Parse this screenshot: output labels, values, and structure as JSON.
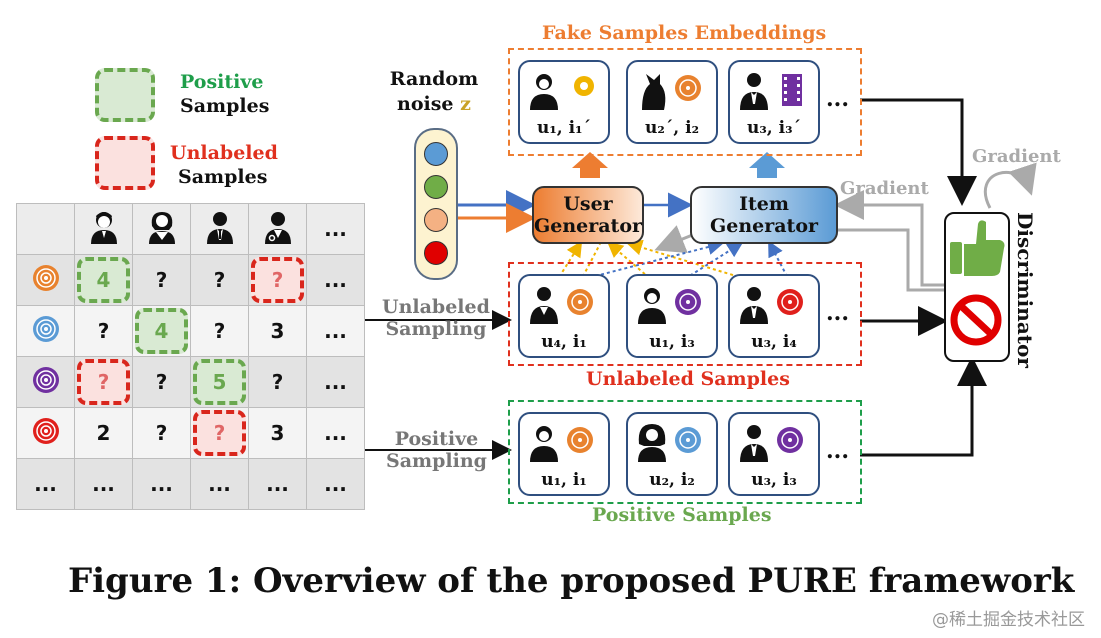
{
  "legend": {
    "positive_word": "Positive",
    "positive_samples": "Samples",
    "unlabeled_word": "Unlabeled",
    "unlabeled_samples": "Samples",
    "colors": {
      "positive": "#1e9e4a",
      "unlabeled": "#e0301e"
    }
  },
  "matrix": {
    "header_ellipsis": "...",
    "rows": [
      {
        "icon": "orange-disc-icon",
        "color": "#e8822e",
        "cells": [
          "4",
          "?",
          "?",
          "?",
          "..."
        ],
        "marks": [
          "pos",
          "",
          "",
          "neg",
          ""
        ]
      },
      {
        "icon": "blue-disc-icon",
        "color": "#5b9bd5",
        "cells": [
          "?",
          "4",
          "?",
          "3",
          "..."
        ],
        "marks": [
          "",
          "pos",
          "",
          "",
          ""
        ]
      },
      {
        "icon": "purple-disc-icon",
        "color": "#7030a0",
        "cells": [
          "?",
          "?",
          "5",
          "?",
          "..."
        ],
        "marks": [
          "neg",
          "",
          "pos",
          "",
          ""
        ]
      },
      {
        "icon": "red-disc-icon",
        "color": "#e0201c",
        "cells": [
          "2",
          "?",
          "?",
          "3",
          "..."
        ],
        "marks": [
          "",
          "",
          "neg",
          "",
          ""
        ]
      },
      {
        "icon": "",
        "color": "",
        "cells": [
          "...",
          "...",
          "...",
          "...",
          "..."
        ],
        "first": "...",
        "marks": [
          "",
          "",
          "",
          "",
          ""
        ]
      }
    ]
  },
  "noise": {
    "line1": "Random",
    "line2": "noise",
    "z": "z"
  },
  "fake": {
    "title": "Fake Samples Embeddings",
    "labels": [
      "u₁,  i₁´",
      "u₂´,  i₂",
      "u₃,  i₃´"
    ],
    "ellipsis": "..."
  },
  "user_generator": {
    "line1": "User",
    "line2": "Generator"
  },
  "item_generator": {
    "line1": "Item",
    "line2": "Generator"
  },
  "gradient_top": "Gradient",
  "gradient_mid": "Gradient",
  "discriminator": "Discriminator",
  "unlabeled": {
    "title": "Unlabeled Samples",
    "labels": [
      "u₄,  i₁",
      "u₁,  i₃",
      "u₃,  i₄"
    ],
    "ellipsis": "...",
    "sampling_line1": "Unlabeled",
    "sampling_line2": "Sampling"
  },
  "positive": {
    "title": "Positive Samples",
    "labels": [
      "u₁,  i₁",
      "u₂,  i₂",
      "u₃,  i₃"
    ],
    "ellipsis": "...",
    "sampling_line1": "Positive",
    "sampling_line2": "Sampling"
  },
  "caption": "Figure 1: Overview of the proposed PURE framework",
  "watermark": "@稀土掘金技术社区"
}
